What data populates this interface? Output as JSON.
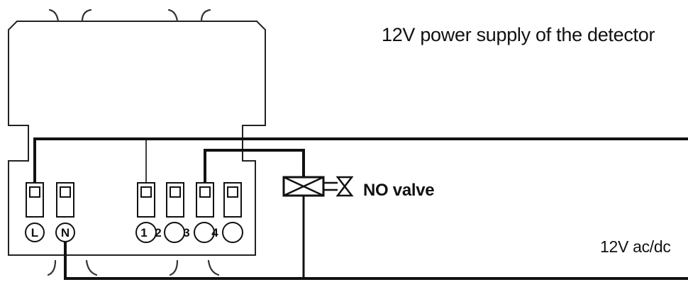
{
  "diagram": {
    "caption": "12V power supply of the detector",
    "supply_label": "12V ac/dc",
    "valve_label": "NO valve",
    "terminals": {
      "live": "L",
      "neutral": "N",
      "t1": "1",
      "t2": "2",
      "t3": "3",
      "t4": "4"
    }
  },
  "colors": {
    "line": "#111111",
    "background": "#ffffff"
  }
}
